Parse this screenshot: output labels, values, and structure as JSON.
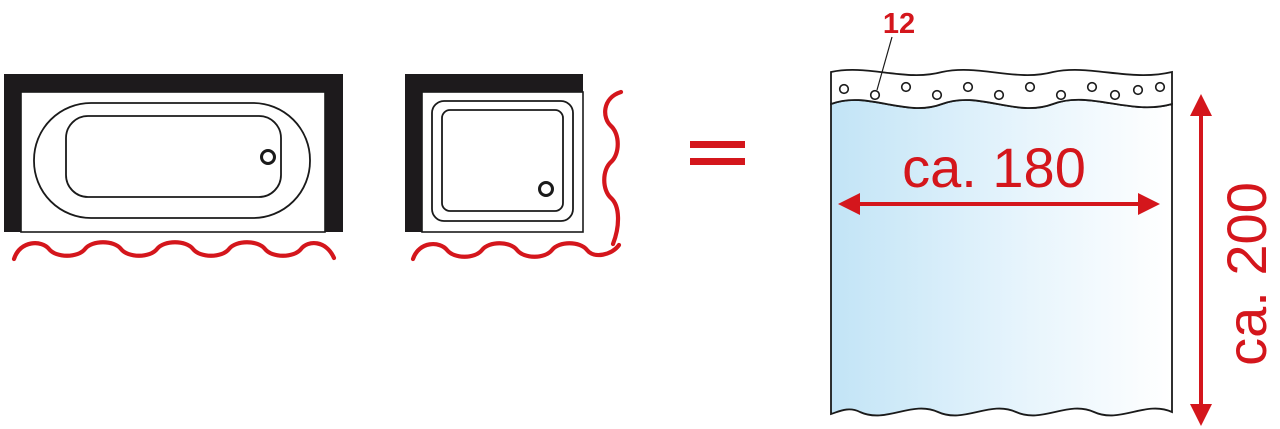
{
  "labels": {
    "ring_count": "12",
    "width": "ca. 180",
    "height": "ca. 200"
  },
  "icons": {
    "bathtub": "bathtub-icon",
    "shower_tray": "shower-tray-icon",
    "equals": "equals-icon",
    "curtain": "shower-curtain-icon"
  },
  "colors": {
    "accent_red": "#d4161c",
    "outline": "#1a1a1a",
    "wall": "#1d1a1c",
    "curtain_fill": "#c9e7f7"
  }
}
